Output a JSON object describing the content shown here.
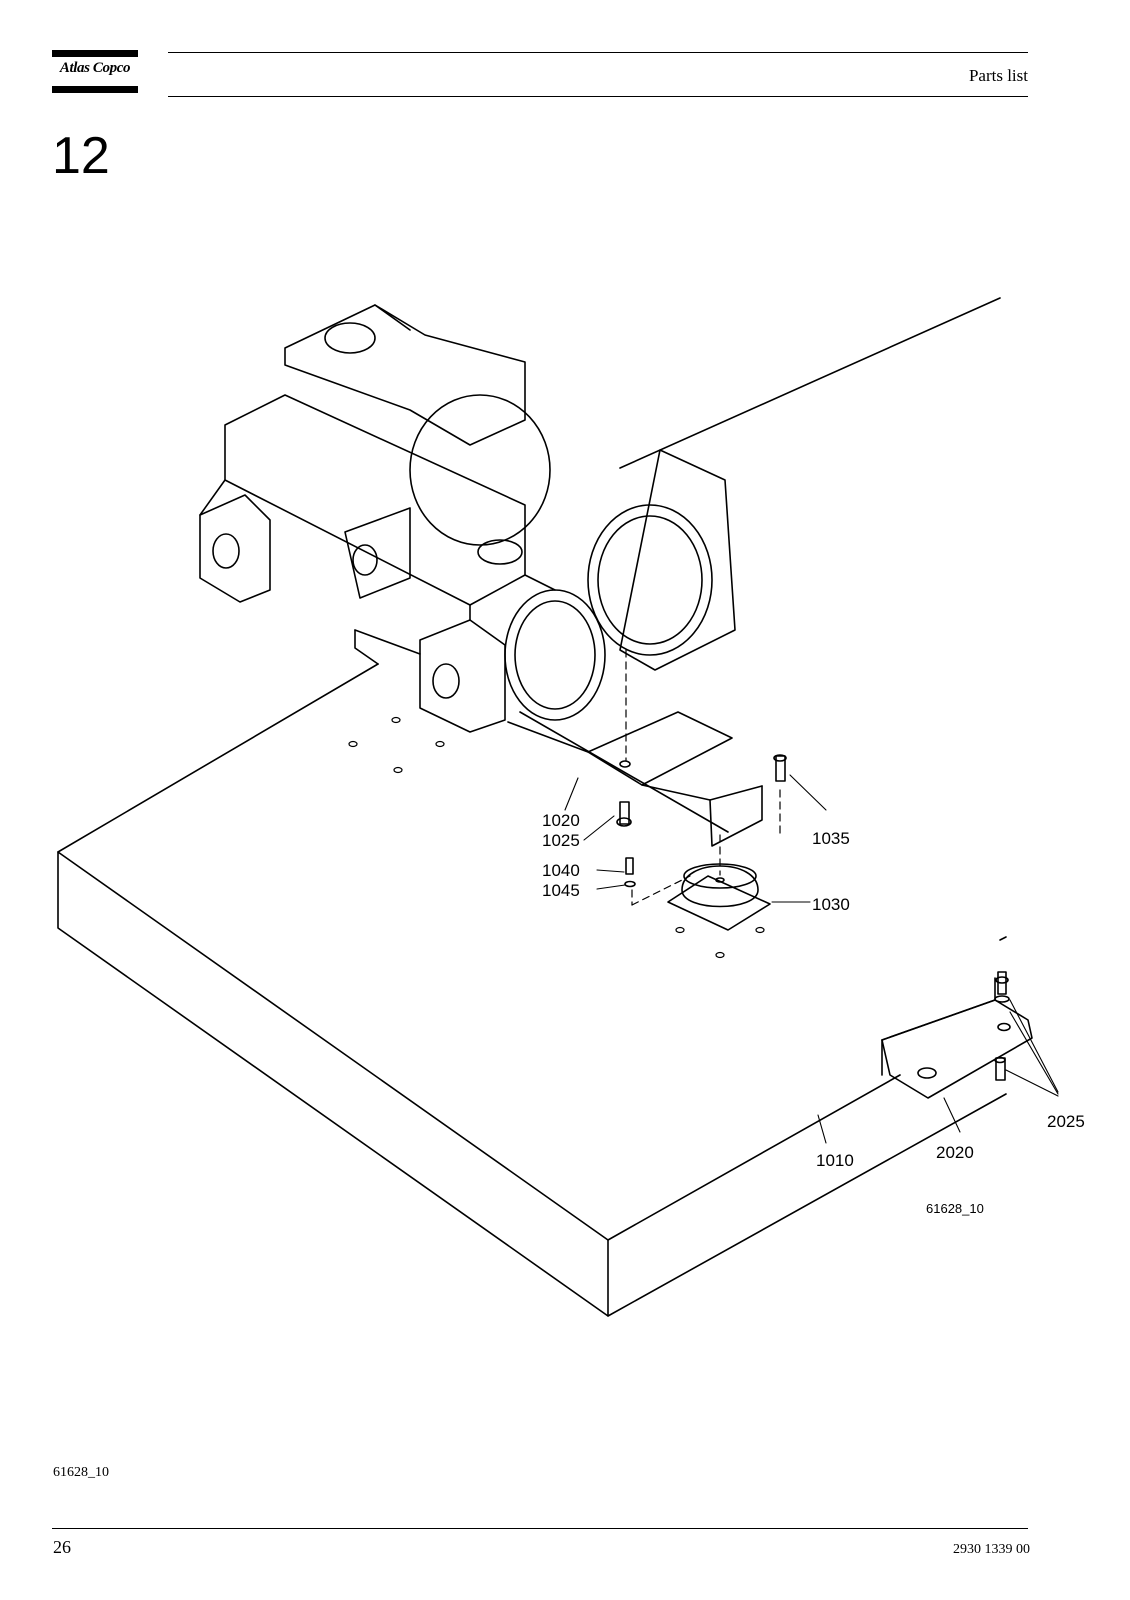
{
  "header": {
    "brand": "Atlas Copco",
    "title": "Parts list"
  },
  "section": {
    "number": "12"
  },
  "drawing": {
    "labels": {
      "p1010": "1010",
      "p1020": "1020",
      "p1025": "1025",
      "p1030": "1030",
      "p1035": "1035",
      "p1040": "1040",
      "p1045": "1045",
      "p2020": "2020",
      "p2025": "2025"
    },
    "reference": "61628_10"
  },
  "footer": {
    "reference": "61628_10",
    "page_number": "26",
    "doc_number": "2930 1339 00"
  }
}
